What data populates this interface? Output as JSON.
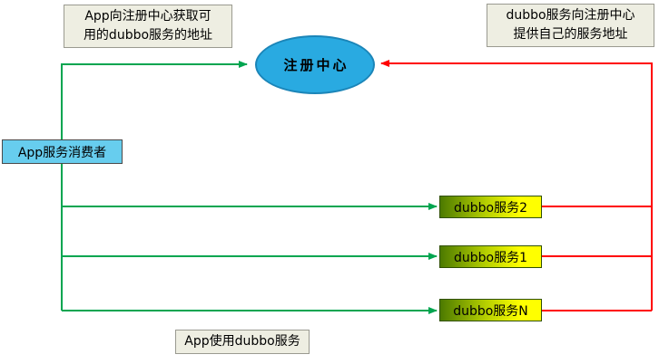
{
  "diagram": {
    "registry_label": "注册中心",
    "consumer_label": "App服务消费者",
    "services": [
      {
        "label": "dubbo服务2"
      },
      {
        "label": "dubbo服务1"
      },
      {
        "label": "dubbo服务N"
      }
    ],
    "note_top_left": "App向注册中心获取可\n用的dubbo服务的地址",
    "note_top_right": "dubbo服务向注册中心\n提供自己的服务地址",
    "note_bottom": "App使用dubbo服务",
    "colors": {
      "registry_fill": "#29aae1",
      "consumer_fill": "#67cdee",
      "service_gradient_start": "#4c7a00",
      "service_gradient_end": "#ffff00",
      "arrow_green": "#00a550",
      "arrow_red": "#ff0000",
      "note_background": "#eeeee2"
    }
  }
}
